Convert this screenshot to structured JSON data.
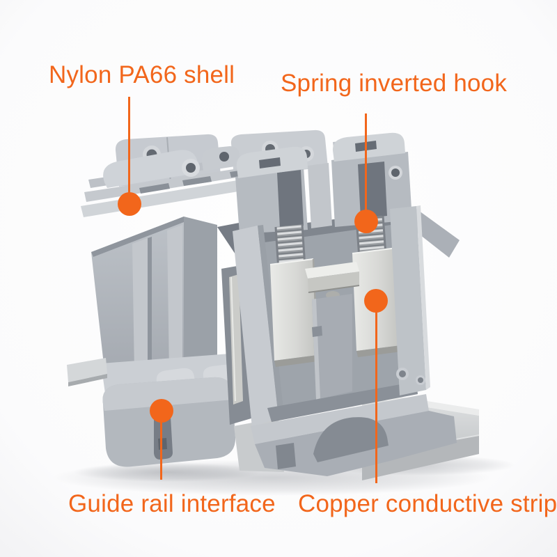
{
  "figure": {
    "type": "annotated-product-photo",
    "background_color": "#FDFDFE"
  },
  "colors": {
    "accent": "#F2661B",
    "plastic_gray": "#B4B9BF",
    "plastic_light": "#CFD3D7",
    "metal_silver": "#DCDDDA",
    "rail_aluminum": "#D6D8DA",
    "cavity_shadow": "#868C94"
  },
  "annotations": [
    {
      "id": "nylon-shell",
      "label": "Nylon PA66 shell"
    },
    {
      "id": "spring-hook",
      "label": "Spring inverted hook"
    },
    {
      "id": "guide-rail",
      "label": "Guide rail interface"
    },
    {
      "id": "copper-strip",
      "label": "Copper conductive strip"
    }
  ]
}
